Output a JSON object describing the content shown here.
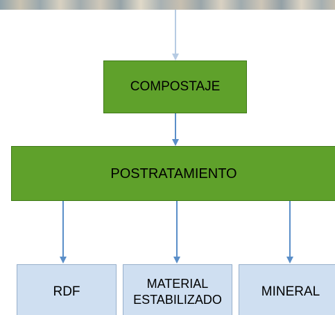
{
  "diagram": {
    "nodes": {
      "compostaje": "COMPOSTAJE",
      "postratamiento": "POSTRATAMIENTO",
      "rdf": "RDF",
      "material_line1": "MATERIAL",
      "material_line2": "ESTABILIZADO",
      "mineral": "MINERAL"
    },
    "edges": [
      {
        "from": "top",
        "to": "compostaje"
      },
      {
        "from": "compostaje",
        "to": "postratamiento"
      },
      {
        "from": "postratamiento",
        "to": "rdf"
      },
      {
        "from": "postratamiento",
        "to": "material"
      },
      {
        "from": "postratamiento",
        "to": "mineral"
      }
    ],
    "colors": {
      "process_fill": "#5fa12b",
      "process_border": "#3f7a18",
      "output_fill": "#cfdff1",
      "output_border": "#97afcb",
      "arrow": "#5a8ec8",
      "arrow_faded": "#b6cbe3"
    }
  }
}
